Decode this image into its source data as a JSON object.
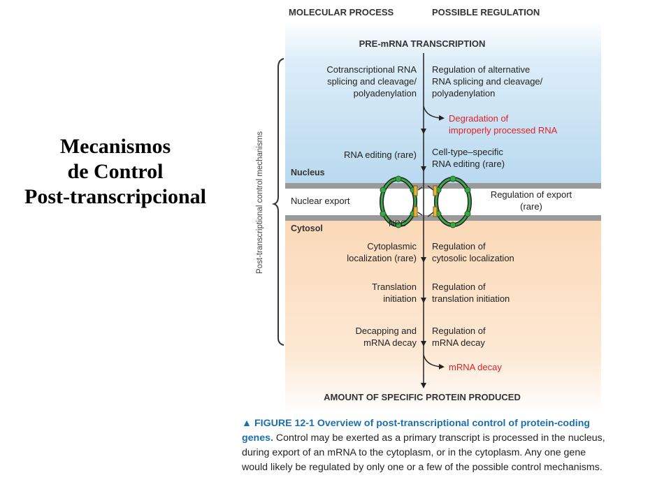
{
  "slide_title": [
    "Mecanismos",
    "de Control",
    "Post-transcripcional"
  ],
  "headers": {
    "left": "MOLECULAR PROCESS",
    "right": "POSSIBLE REGULATION"
  },
  "top_label": "PRE-mRNA TRANSCRIPTION",
  "bottom_label": "AMOUNT OF SPECIFIC PROTEIN PRODUCED",
  "bracket_label": "Post-transcriptional control mechanisms",
  "compartments": {
    "nucleus": "Nucleus",
    "cytosol": "Cytosol",
    "npc": "NPC"
  },
  "steps": [
    {
      "process": [
        "Cotranscriptional RNA",
        "splicing and cleavage/",
        "polyadenylation"
      ],
      "regulation": [
        "Regulation of alternative",
        "RNA splicing and cleavage/",
        "polyadenylation"
      ]
    },
    {
      "branch": [
        "Degradation of",
        "improperly processed RNA"
      ]
    },
    {
      "process": [
        "RNA editing (rare)"
      ],
      "regulation": [
        "Cell-type–specific",
        "RNA editing (rare)"
      ]
    },
    {
      "process": [
        "Nuclear export"
      ],
      "regulation": [
        "Regulation of export",
        "(rare)"
      ]
    },
    {
      "process": [
        "Cytoplasmic",
        "localization (rare)"
      ],
      "regulation": [
        "Regulation of",
        "cytosolic localization"
      ]
    },
    {
      "process": [
        "Translation",
        "initiation"
      ],
      "regulation": [
        "Regulation of",
        "translation initiation"
      ]
    },
    {
      "process": [
        "Decapping and",
        "mRNA decay"
      ],
      "regulation": [
        "Regulation of",
        "mRNA decay"
      ]
    },
    {
      "branch": [
        "mRNA decay"
      ]
    }
  ],
  "caption": {
    "head": "▲ FIGURE 12-1 Overview of post-transcriptional control of protein-coding genes.",
    "body": " Control may be exerted as a primary transcript is processed in the nucleus, during export of an mRNA to the cytoplasm, or in the cytoplasm. Any one gene would likely be regulated by only one or a few of the possible control mechanisms."
  },
  "colors": {
    "nucleus_bg": "#c9e2f3",
    "cytosol_bg": "#fbe1c6",
    "membrane": "#9a9a9a",
    "branch_text": "#e0202a",
    "pore_green": "#3aa847",
    "caption_head": "#1a6fb0",
    "text": "#222222"
  }
}
